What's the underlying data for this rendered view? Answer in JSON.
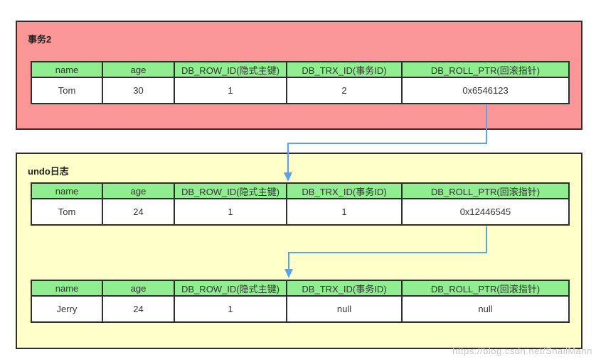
{
  "sections": {
    "transaction": {
      "title": "事务2"
    },
    "undo": {
      "title": "undo日志"
    }
  },
  "table_headers": [
    "name",
    "age",
    "DB_ROW_ID(隐式主键)",
    "DB_TRX_ID(事务ID)",
    "DB_ROLL_PTR(回滚指针)"
  ],
  "tables": [
    {
      "name": "transaction2-current-version",
      "cells": [
        "Tom",
        "30",
        "1",
        "2",
        "0x6546123"
      ]
    },
    {
      "name": "undo-log-version-1",
      "cells": [
        "Tom",
        "24",
        "1",
        "1",
        "0x12446545"
      ]
    },
    {
      "name": "undo-log-version-0",
      "cells": [
        "Jerry",
        "24",
        "1",
        "null",
        "null"
      ]
    }
  ],
  "watermark": "https://blog.csdn.net/SnailMann",
  "colors": {
    "transaction_box_bg": "#FB9696",
    "undo_box_bg": "#FFFFC9",
    "header_bg": "#90EE90",
    "cell_bg": "#FFFFFF",
    "border": "#2E2E2E",
    "arrow": "#58A2F0",
    "text": "#333333",
    "watermark_text": "#C6C6C6"
  }
}
